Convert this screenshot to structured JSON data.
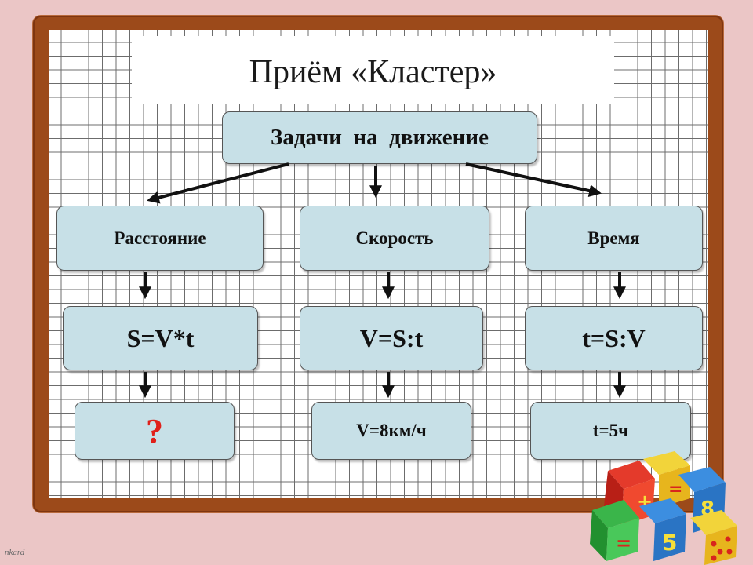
{
  "title": "Приём «Кластер»",
  "root": {
    "label": "Задачи  на  движение"
  },
  "categories": [
    {
      "label": "Расстояние",
      "formula": "S=V*t",
      "value": "?"
    },
    {
      "label": "Скорость",
      "formula": "V=S:t",
      "value": "V=8км/ч"
    },
    {
      "label": "Время",
      "formula": "t=S:V",
      "value": "t=5ч"
    }
  ],
  "credit": "nkard",
  "colors": {
    "box_fill": "#c7e0e7",
    "frame": "#9c4a1a",
    "background": "#ebc6c6",
    "question_mark": "#e0201a"
  },
  "decoration": {
    "icon": "number-cubes-icon"
  }
}
